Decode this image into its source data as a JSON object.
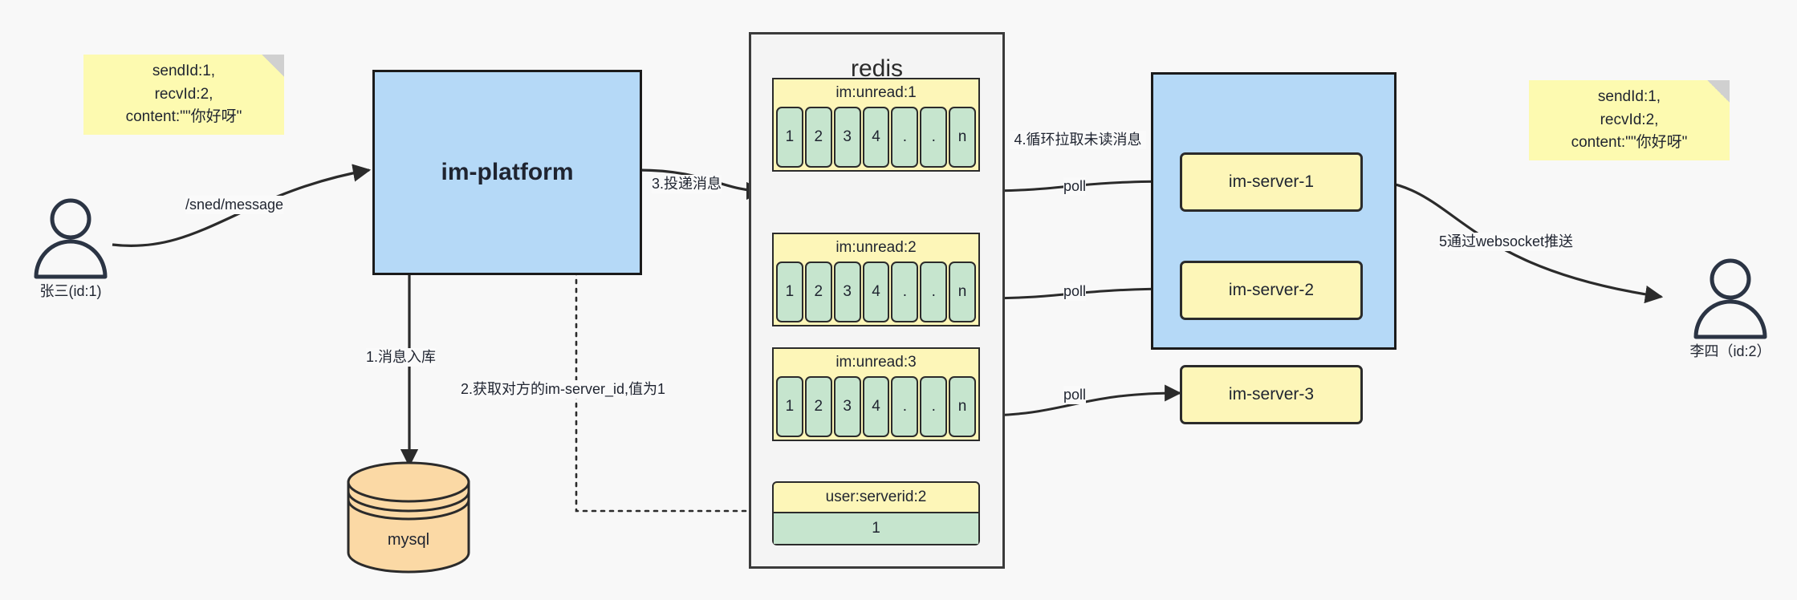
{
  "diagram": {
    "title": "IM message delivery architecture",
    "colors": {
      "note_yellow": "#fdfab0",
      "key_yellow": "#fdf6b8",
      "cell_green": "#c6e5ce",
      "box_blue": "#b5d9f7",
      "mysql_orange": "#fbd9a5",
      "redis_bg": "#f4f4f4",
      "stroke": "#2b2b2b"
    }
  },
  "notes": {
    "left": {
      "lines": [
        "sendId:1,",
        "recvId:2,",
        "content:\"\"你好呀\""
      ]
    },
    "right": {
      "lines": [
        "sendId:1,",
        "recvId:2,",
        "content:\"\"你好呀\""
      ]
    }
  },
  "actors": {
    "sender": {
      "label": "张三(id:1)",
      "icon": "person-icon"
    },
    "receiver": {
      "label": "李四（id:2）",
      "icon": "person-icon"
    }
  },
  "platform": {
    "label": "im-platform"
  },
  "mysql": {
    "label": "mysql",
    "icon": "database-cylinder-icon"
  },
  "redis": {
    "title": "redis",
    "lists": [
      {
        "key": "im:unread:1",
        "cells": [
          "1",
          "2",
          "3",
          "4",
          ".",
          ".",
          "n"
        ]
      },
      {
        "key": "im:unread:2",
        "cells": [
          "1",
          "2",
          "3",
          "4",
          ".",
          ".",
          "n"
        ]
      },
      {
        "key": "im:unread:3",
        "cells": [
          "1",
          "2",
          "3",
          "4",
          ".",
          ".",
          "n"
        ]
      }
    ],
    "kv": {
      "key": "user:serverid:2",
      "value": "1"
    }
  },
  "servers": {
    "items": [
      {
        "label": "im-server-1"
      },
      {
        "label": "im-server-2"
      },
      {
        "label": "im-server-3"
      }
    ]
  },
  "edges": {
    "send_message": "/sned/message",
    "step1": "1.消息入库",
    "step2": "2.获取对方的im-server_id,值为1",
    "step3": "3.投递消息",
    "step4": "4.循环拉取未读消息",
    "step5": "5通过websocket推送",
    "poll1": "poll",
    "poll2": "poll",
    "poll3": "poll"
  }
}
